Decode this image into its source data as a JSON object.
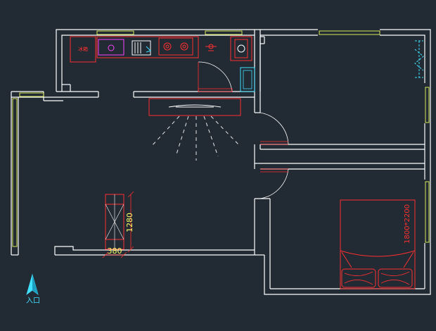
{
  "drawing": {
    "background": "#222a33",
    "colors": {
      "wall": "#ffffff",
      "furniture": "#ff3030",
      "window": "#d8e85a",
      "dimension": "#ffff66",
      "fixture_magenta": "#ff40ff",
      "fixture_cyan": "#40e0ff",
      "door_arc": "#ffffff",
      "light_ray": "#e8e8e8"
    }
  },
  "labels": {
    "fridge": "冰箱",
    "wardrobe_height": "1280",
    "wardrobe_width": "380",
    "bed_size": "1800*2200",
    "entrance": "入口"
  },
  "icons": {
    "entrance_arrow": "north-arrow-icon"
  }
}
